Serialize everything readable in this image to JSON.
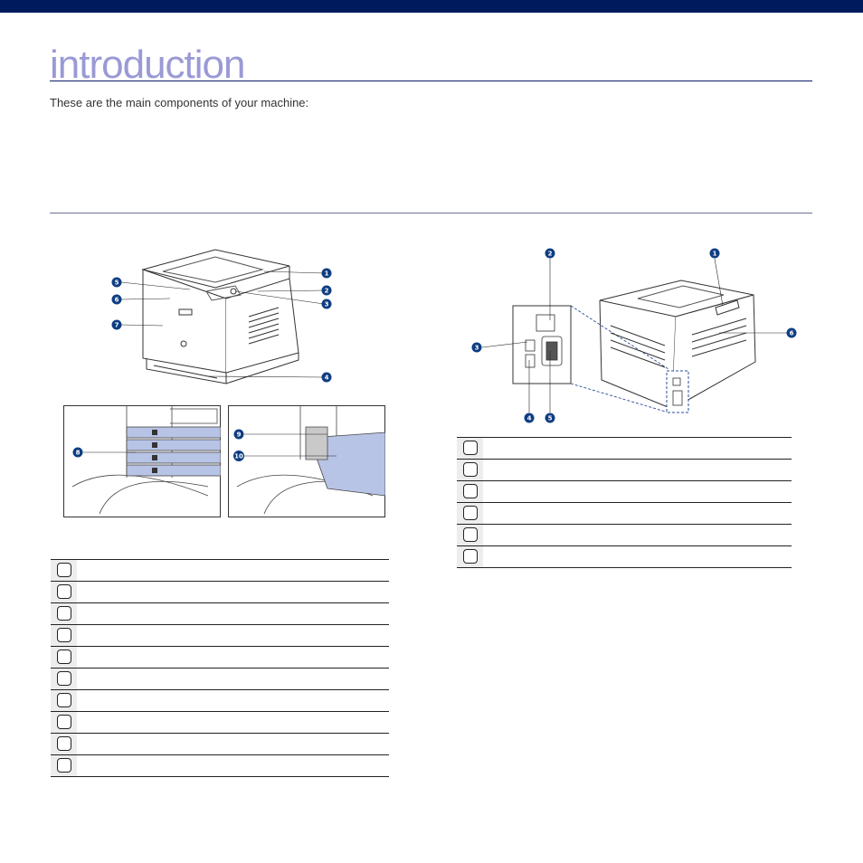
{
  "page": {
    "title": "introduction",
    "intro": "These are the main components of your machine:"
  },
  "front_view": {
    "callouts": [
      "1",
      "2",
      "3",
      "4",
      "5",
      "6",
      "7"
    ],
    "inset_left_callouts": [
      "8"
    ],
    "inset_right_callouts": [
      "9",
      "10"
    ],
    "table_rows": [
      {
        "num": "",
        "desc": ""
      },
      {
        "num": "",
        "desc": ""
      },
      {
        "num": "",
        "desc": ""
      },
      {
        "num": "",
        "desc": ""
      },
      {
        "num": "",
        "desc": ""
      },
      {
        "num": "",
        "desc": ""
      },
      {
        "num": "",
        "desc": ""
      },
      {
        "num": "",
        "desc": ""
      },
      {
        "num": "",
        "desc": ""
      },
      {
        "num": "",
        "desc": ""
      }
    ]
  },
  "rear_view": {
    "callouts": [
      "1",
      "2",
      "3",
      "4",
      "5",
      "6"
    ],
    "table_rows": [
      {
        "num": "",
        "desc": ""
      },
      {
        "num": "",
        "desc": ""
      },
      {
        "num": "",
        "desc": ""
      },
      {
        "num": "",
        "desc": ""
      },
      {
        "num": "",
        "desc": ""
      },
      {
        "num": "",
        "desc": ""
      }
    ]
  },
  "colors": {
    "header_bar": "#001a5e",
    "title": "#9a9ad6",
    "callout": "#0e3d82",
    "number_cell": "#ededed"
  }
}
